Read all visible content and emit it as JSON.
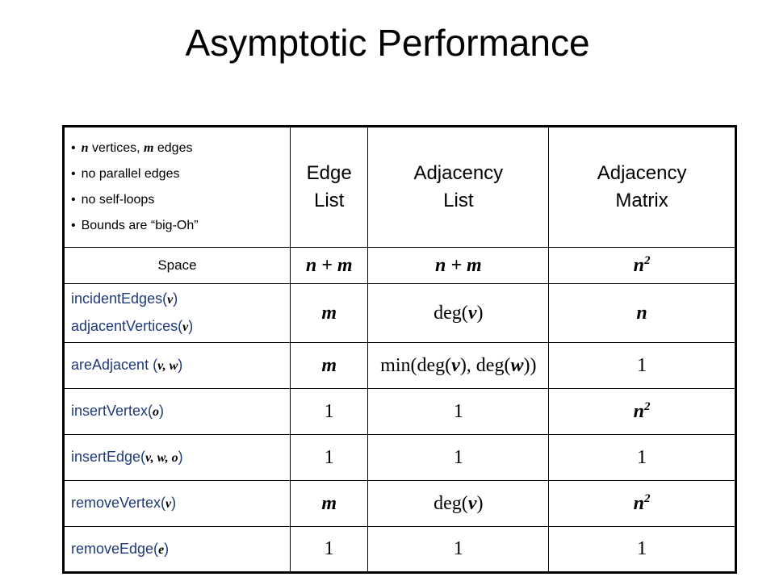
{
  "title": "Asymptotic Performance",
  "notes": {
    "n_var": "n",
    "vertices_text": " vertices, ",
    "m_var": "m",
    "edges_text": " edges",
    "no_parallel": "no parallel edges",
    "no_self_loops": "no self-loops",
    "bounds": "Bounds are “big-Oh”"
  },
  "headers": {
    "edge_list": [
      "Edge",
      "List"
    ],
    "adjacency_list": [
      "Adjacency",
      "List"
    ],
    "adjacency_matrix": [
      "Adjacency",
      "Matrix"
    ]
  },
  "space": {
    "label": "Space",
    "edge_list": "n + m",
    "adjacency_list": "n + m",
    "adjacency_matrix_base": "n",
    "adjacency_matrix_exp": "2"
  },
  "operations": {
    "incident_edges": {
      "name": "incidentEdges(",
      "param": "v",
      "close": ")"
    },
    "adjacent_vertices": {
      "name": "adjacentVertices(",
      "param": "v",
      "close": ")"
    },
    "are_adjacent": {
      "name": "areAdjacent (",
      "param": "v, w",
      "close": ")"
    },
    "insert_vertex": {
      "name": "insertVertex(",
      "param": "o",
      "close": ")"
    },
    "insert_edge": {
      "name": "insertEdge(",
      "param": "v, w, o",
      "close": ")"
    },
    "remove_vertex": {
      "name": "removeVertex(",
      "param": "v",
      "close": ")"
    },
    "remove_edge": {
      "name": "removeEdge(",
      "param": "e",
      "close": ")"
    }
  },
  "cells": {
    "incident": {
      "edge_list": "m",
      "adj_list_pre": "deg(",
      "adj_list_var": "v",
      "adj_list_post": ")",
      "adj_matrix": "n"
    },
    "are_adjacent": {
      "edge_list": "m",
      "adj_list_a": "min(deg(",
      "adj_list_v": "v",
      "adj_list_b": "), deg(",
      "adj_list_w": "w",
      "adj_list_c": "))",
      "adj_matrix": "1"
    },
    "insert_vertex": {
      "edge_list": "1",
      "adj_list": "1",
      "adj_matrix_base": "n",
      "adj_matrix_exp": "2"
    },
    "insert_edge": {
      "edge_list": "1",
      "adj_list": "1",
      "adj_matrix": "1"
    },
    "remove_vertex": {
      "edge_list": "m",
      "adj_list_pre": "deg(",
      "adj_list_var": "v",
      "adj_list_post": ")",
      "adj_matrix_base": "n",
      "adj_matrix_exp": "2"
    },
    "remove_edge": {
      "edge_list": "1",
      "adj_list": "1",
      "adj_matrix": "1"
    }
  }
}
